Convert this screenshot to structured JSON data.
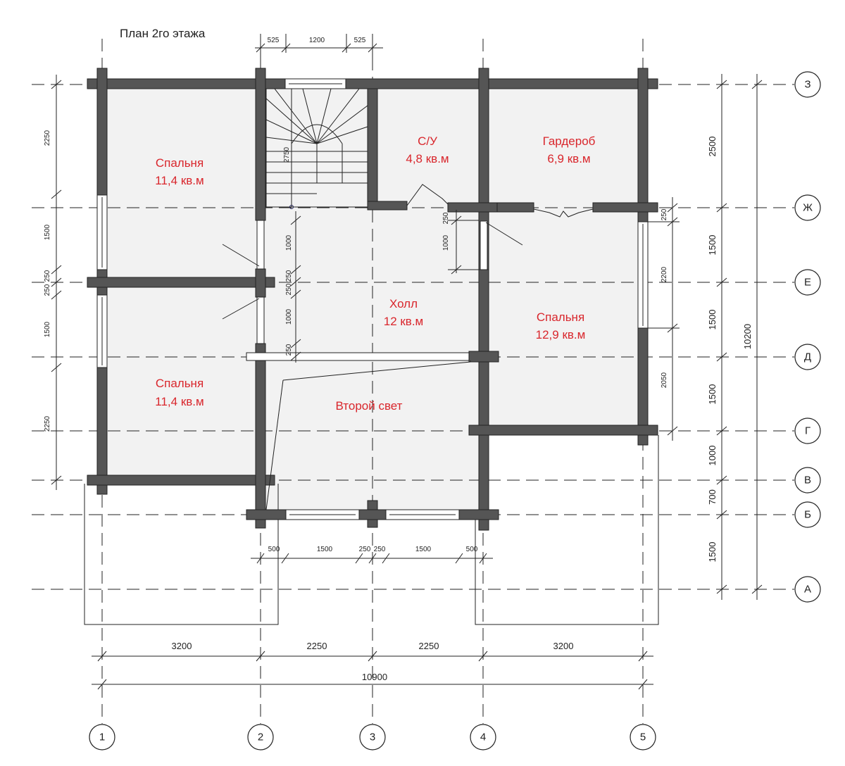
{
  "title": "План 2го этажа",
  "rooms": [
    {
      "name": "Спальня",
      "area": "11,4 кв.м"
    },
    {
      "name": "С/У",
      "area": "4,8 кв.м"
    },
    {
      "name": "Гардероб",
      "area": "6,9 кв.м"
    },
    {
      "name": "Холл",
      "area": "12 кв.м"
    },
    {
      "name": "Спальня",
      "area": "12,9 кв.м"
    },
    {
      "name": "Спальня",
      "area": "11,4 кв.м"
    },
    {
      "name": "Второй свет"
    }
  ],
  "column_axes": [
    "1",
    "2",
    "3",
    "4",
    "5"
  ],
  "row_axes": [
    "З",
    "Ж",
    "Е",
    "Д",
    "Г",
    "В",
    "Б",
    "А"
  ],
  "dimensions": {
    "bottom_spans": [
      "3200",
      "2250",
      "2250",
      "3200"
    ],
    "bottom_total": "10900",
    "right_spans": [
      "2500",
      "1500",
      "1500",
      "1500",
      "1000",
      "700",
      "1500"
    ],
    "right_total": "10200",
    "left_spans": [
      "2250",
      "1500",
      "250",
      "250",
      "1500",
      "2250"
    ],
    "top_stair": [
      "525",
      "1200",
      "525"
    ],
    "window_row": [
      "500",
      "1500",
      "250",
      "250",
      "1500",
      "500"
    ],
    "inner_left": [
      "1000",
      "250",
      "250",
      "1000",
      "250"
    ],
    "stair": "2750",
    "inner_right": [
      "250",
      "1000"
    ],
    "right_inner": [
      "250",
      "2200",
      "2050"
    ]
  }
}
